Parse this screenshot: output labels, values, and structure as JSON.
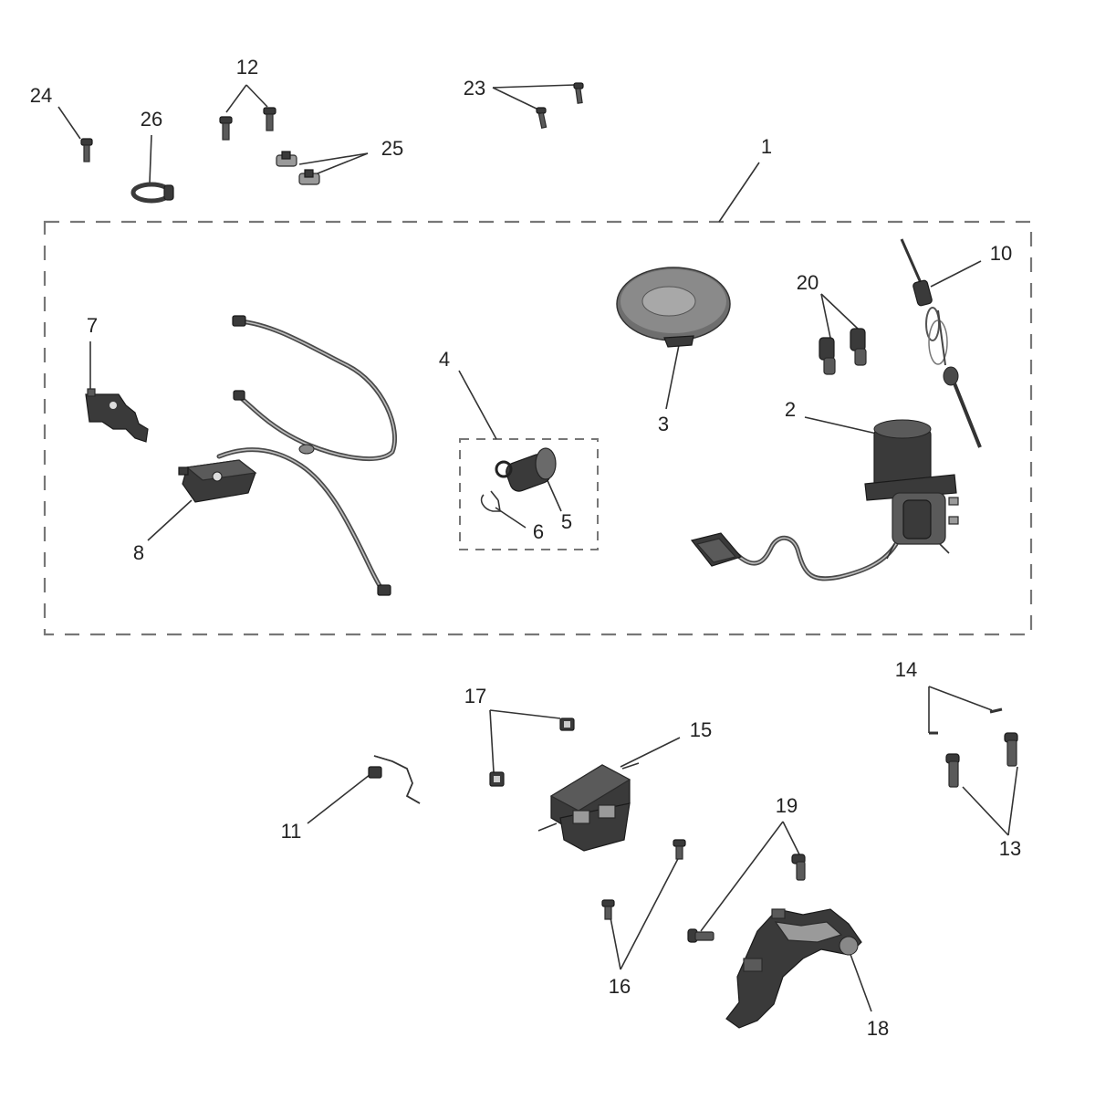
{
  "diagram": {
    "callouts": [
      {
        "id": "c1",
        "label": "1"
      },
      {
        "id": "c2",
        "label": "2"
      },
      {
        "id": "c3",
        "label": "3"
      },
      {
        "id": "c4",
        "label": "4"
      },
      {
        "id": "c5",
        "label": "5"
      },
      {
        "id": "c6",
        "label": "6"
      },
      {
        "id": "c7",
        "label": "7"
      },
      {
        "id": "c8",
        "label": "8"
      },
      {
        "id": "c10",
        "label": "10"
      },
      {
        "id": "c11",
        "label": "11"
      },
      {
        "id": "c12",
        "label": "12"
      },
      {
        "id": "c13",
        "label": "13"
      },
      {
        "id": "c14",
        "label": "14"
      },
      {
        "id": "c15",
        "label": "15"
      },
      {
        "id": "c16",
        "label": "16"
      },
      {
        "id": "c17",
        "label": "17"
      },
      {
        "id": "c18",
        "label": "18"
      },
      {
        "id": "c19",
        "label": "19"
      },
      {
        "id": "c20",
        "label": "20"
      },
      {
        "id": "c23",
        "label": "23"
      },
      {
        "id": "c24",
        "label": "24"
      },
      {
        "id": "c25",
        "label": "25"
      },
      {
        "id": "c26",
        "label": "26"
      }
    ]
  }
}
